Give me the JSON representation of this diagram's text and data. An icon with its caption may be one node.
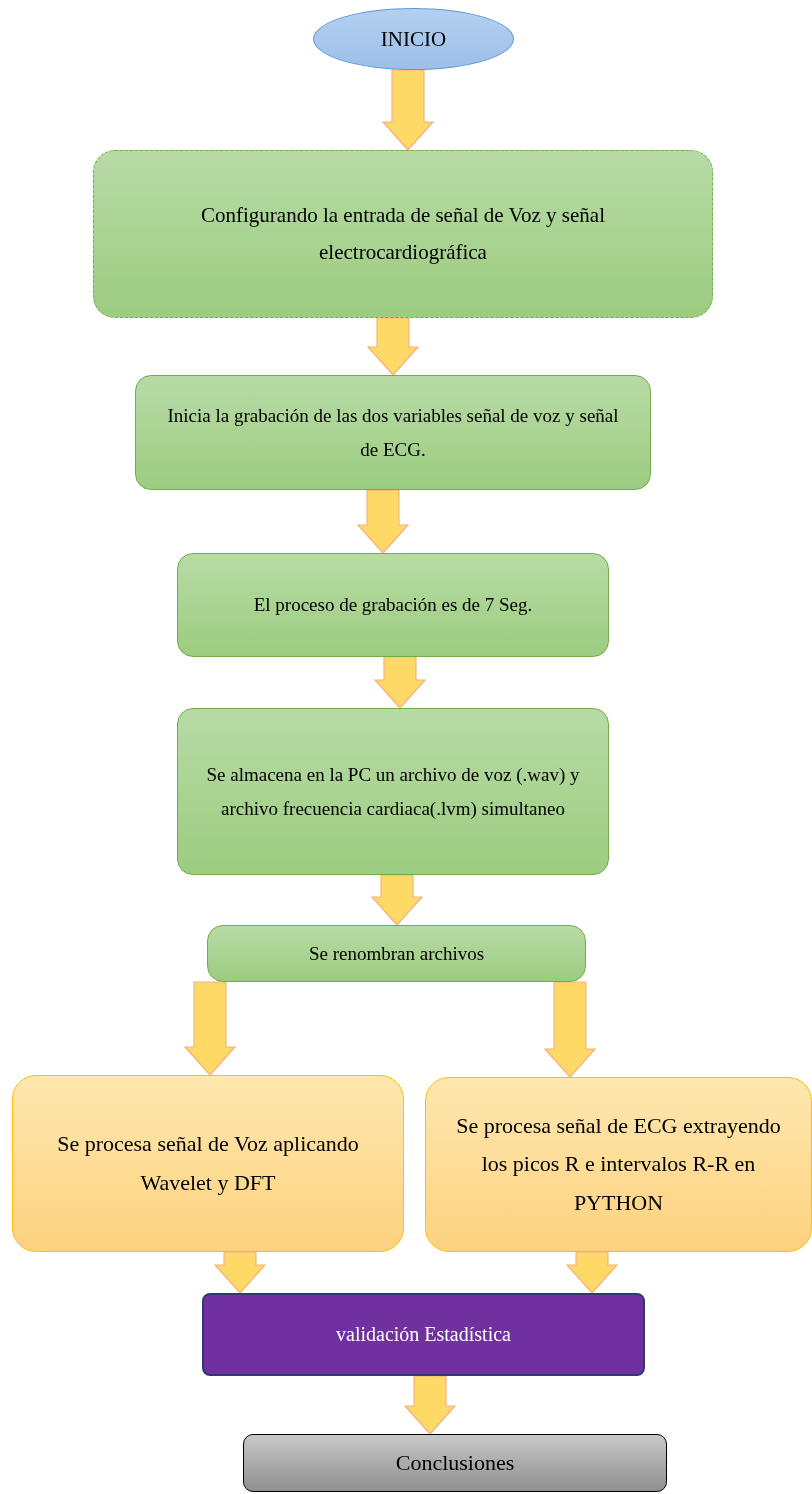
{
  "diagram": {
    "nodes": [
      {
        "text": [
          "INICIO"
        ]
      },
      {
        "text": [
          "Configurando la entrada de señal de Voz y señal electrocardiográfica"
        ]
      },
      {
        "text": [
          "Inicia la grabación de las dos variables señal de voz y señal de ECG."
        ]
      },
      {
        "text": [
          "El proceso de grabación es de 7 Seg."
        ]
      },
      {
        "text": [
          "Se almacena en la PC un archivo de voz (.wav) y archivo frecuencia cardiaca(.lvm) simultaneo"
        ]
      },
      {
        "text": [
          "Se renombran archivos"
        ]
      },
      {
        "text": [
          "Se procesa señal de Voz aplicando Wavelet y DFT"
        ]
      },
      {
        "text": [
          "Se procesa señal de ECG extrayendo los picos R e intervalos R-R en PYTHON"
        ]
      },
      {
        "text": [
          "validación Estadística"
        ]
      },
      {
        "text": [
          "Conclusiones"
        ]
      }
    ],
    "edges": [
      {
        "from": 0,
        "to": 1,
        "arrow": "to"
      },
      {
        "from": 1,
        "to": 2,
        "arrow": "to"
      },
      {
        "from": 2,
        "to": 3,
        "arrow": "to"
      },
      {
        "from": 3,
        "to": 4,
        "arrow": "to"
      },
      {
        "from": 4,
        "to": 5,
        "arrow": "to"
      },
      {
        "from": 5,
        "to": 6,
        "arrow": "to"
      },
      {
        "from": 5,
        "to": 7,
        "arrow": "to"
      },
      {
        "from": 6,
        "to": 8,
        "arrow": "to"
      },
      {
        "from": 7,
        "to": 8,
        "arrow": "to"
      },
      {
        "from": 8,
        "to": 9,
        "arrow": "to"
      }
    ]
  }
}
